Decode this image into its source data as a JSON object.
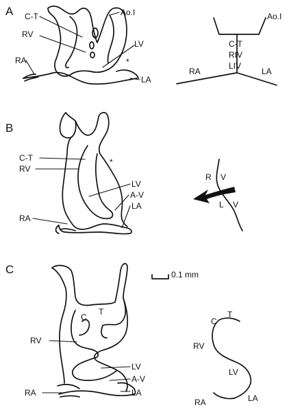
{
  "panels": {
    "a": {
      "letter": "A",
      "labels": {
        "ct": "C-T",
        "rv": "RV",
        "ra": "RA",
        "ao": "Ao.I",
        "lv": "LV",
        "la": "LA",
        "asterisk": "*"
      },
      "schematic": {
        "ao": "Ao.I",
        "ct": "C-T",
        "rv": "RIV",
        "lv": "LIV",
        "ra": "RA",
        "la": "LA"
      }
    },
    "b": {
      "letter": "B",
      "labels": {
        "ct": "C-T",
        "rv": "RV",
        "ra": "RA",
        "lv": "LV",
        "av": "A-V",
        "la": "LA",
        "asterisk": "*"
      },
      "schematic": {
        "r": "R",
        "v1": "V",
        "l": "L",
        "v2": "V"
      }
    },
    "c": {
      "letter": "C",
      "scale_bar": "0.1 mm",
      "labels": {
        "t": "T",
        "c": "C",
        "rv": "RV",
        "lv": "LV",
        "av": "A-V",
        "ra": "RA",
        "la": "LA"
      },
      "schematic": {
        "c": "C",
        "t": "T",
        "rv": "RV",
        "lv": "LV",
        "ra": "RA",
        "la": "LA"
      }
    }
  }
}
